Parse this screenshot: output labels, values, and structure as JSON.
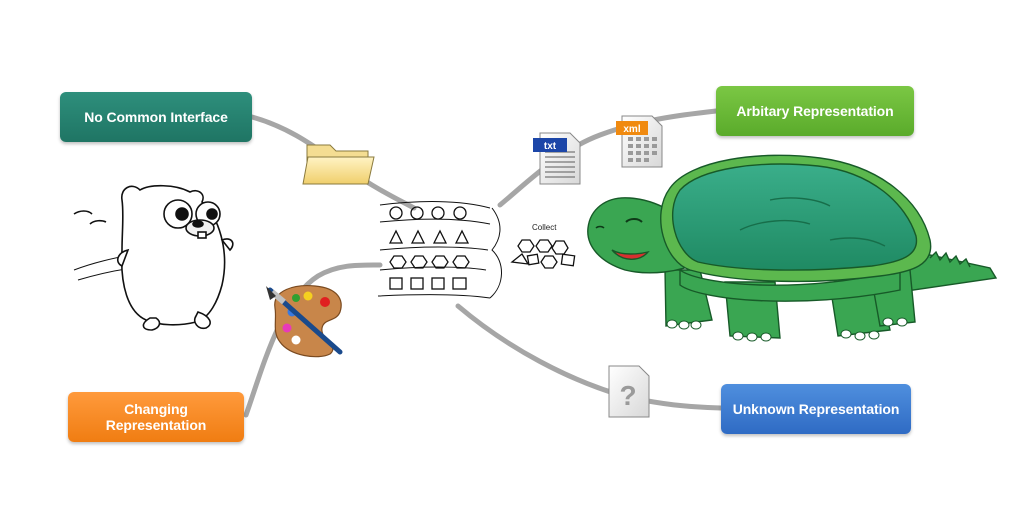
{
  "nodes": {
    "no_common_interface": "No Common Interface",
    "changing_representation": "Changing Representation",
    "arbitrary_representation": "Arbitary Representation",
    "unknown_representation": "Unknown Representation"
  },
  "collect_label": "Collect",
  "file_badges": {
    "txt": "txt",
    "xml": "xml",
    "unknown": "?"
  },
  "colors": {
    "no_common_interface": "#22806d",
    "changing_representation": "#f58820",
    "arbitrary_representation": "#66b535",
    "unknown_representation": "#3a77d0",
    "connector": "#a6a6a6",
    "turtle_body": "#3aa652",
    "turtle_shell": "#2b9b72"
  },
  "icons": [
    "folder-icon",
    "paint-palette-icon",
    "txt-file-icon",
    "xml-file-icon",
    "unknown-file-icon",
    "gopher-mascot",
    "turtle-mascot"
  ]
}
